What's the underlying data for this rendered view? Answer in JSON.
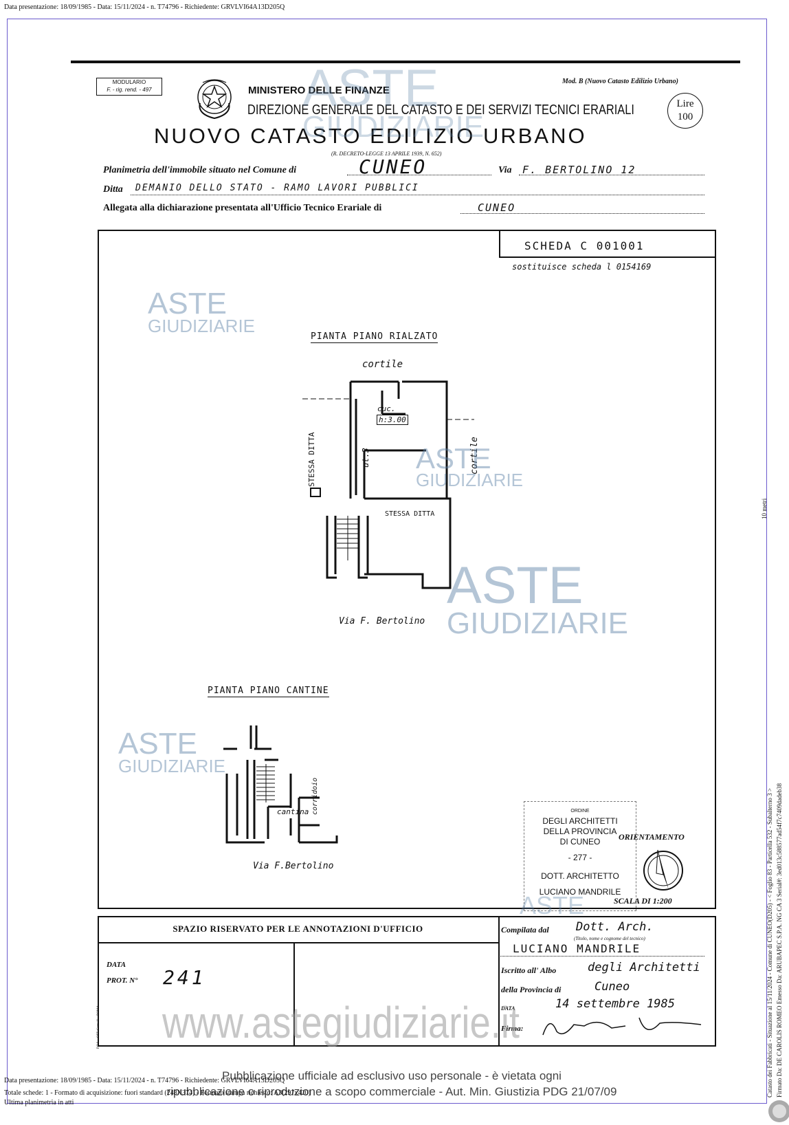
{
  "header_stamp_top": "Data presentazione: 18/09/1985 - Data: 15/11/2024 - n. T74796 - Richiedente: GRVLVI64A13D205Q",
  "form": {
    "modulario_line1": "MODULARIO",
    "modulario_line2": "F. - rig. rend. - 497",
    "mod_b": "Mod. B (Nuovo Catasto Edilizio Urbano)",
    "ministero": "MINISTERO DELLE FINANZE",
    "direzione": "DIREZIONE GENERALE DEL CATASTO E DEI SERVIZI TECNICI ERARIALI",
    "nuovo_catasto": "NUOVO CATASTO EDILIZIO URBANO",
    "decreto": "(R. DECRETO-LEGGE 13 APRILE 1939, N. 652)",
    "lire_label": "Lire",
    "lire_value": "100",
    "planimetria_label": "Planimetria dell'immobile situato nel Comune di",
    "comune_value": "CUNEO",
    "via_label": "Via",
    "via_value": "F. BERTOLINO 12",
    "ditta_label": "Ditta",
    "ditta_value": "DEMANIO DELLO STATO - RAMO LAVORI PUBBLICI",
    "allegata_label": "Allegata alla dichiarazione presentata all'Ufficio Tecnico Erariale di",
    "ufficio_value": "CUNEO"
  },
  "scheda": {
    "number": "SCHEDA C 001001",
    "sostituisce": "sostituisce scheda l 0154169"
  },
  "plan_rialzato": {
    "title": "PIANTA PIANO RIALZATO",
    "cortile_top": "cortile",
    "cortile_right": "cortile",
    "cuc": "cuc.",
    "h": "h:3.00",
    "ut": "ut.3",
    "stessa_ditta_left": "STESSA DITTA",
    "stessa_ditta_right": "STESSA DITTA",
    "street": "Via F. Bertolino"
  },
  "plan_cantine": {
    "title": "PIANTA PIANO CANTINE",
    "cantina": "cantina",
    "corridoio": "corridoio",
    "street": "Via F.Bertolino"
  },
  "stamp": {
    "line1": "ORDINE",
    "line2": "DEGLI ARCHITETTI",
    "line3": "DELLA PROVINCIA",
    "line4": "DI CUNEO",
    "line5": "- 277 -",
    "line6": "DOTT. ARCHITETTO",
    "line7": "LUCIANO MANDRILE"
  },
  "orientamento": "ORIENTAMENTO",
  "scala": "SCALA DI 1:200",
  "annotazioni": {
    "heading": "SPAZIO RISERVATO PER LE ANNOTAZIONI D'UFFICIO",
    "data_label": "DATA",
    "prot_label": "PROT. N°",
    "prot_value": "241",
    "side_print": "P.Z.S. - OFF. Carte-V. - ROMA"
  },
  "compilata": {
    "label": "Compilata dal",
    "value": "Dott. Arch.",
    "sub": "(Titolo, nome e cognome del tecnico)",
    "name": "LUCIANO MANDRILE",
    "iscritto_label": "Iscritto all' Albo",
    "iscritto_value": "degli Architetti",
    "provincia_label": "della Provincia di",
    "provincia_value": "Cuneo",
    "data_label": "DATA",
    "data_value": "14 settembre 1985",
    "firma_label": "Firma:"
  },
  "watermarks": {
    "aste": "ASTE",
    "giudiziarie": "GIUDIZIARIE",
    "url": "www.astegiudiziarie.it"
  },
  "publication": {
    "line1": "Pubblicazione ufficiale ad esclusivo uso personale - è vietata ogni",
    "line2": "ripubblicazione o riproduzione a scopo commerciale - Aut. Min. Giustizia PDG 21/07/09"
  },
  "footer": {
    "line1": "Data presentazione: 18/09/1985 - Data: 15/11/2024 - n. T74796 - Richiedente: GRVLVI64A13D205Q",
    "line2": "Totale schede: 1 - Formato di acquisizione: fuori standard (248X374) - Formato stampa richiesto: A3(297x420)",
    "line3": "Ultima planimetria in atti"
  },
  "side": {
    "unit": "10 metri",
    "catasto": "Catasto dei Fabbricati - Situazione al 15/11/2024 - Comune di CUNEO(D205) - < Foglio 83 - Particella 532 - Subalterno 3 >",
    "firmato": "Firmato Da: DE CAROLIS ROMEO Emesso Da: ARUBAPEC S.P.A. NG CA 3 Serial#: 3ed013c588577ad54f7c7409dadeb38"
  }
}
